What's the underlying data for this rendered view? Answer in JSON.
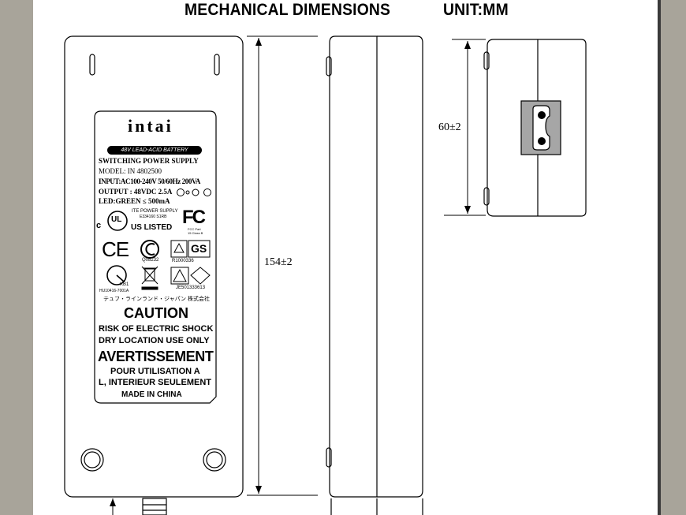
{
  "header": {
    "title": "MECHANICAL DIMENSIONS",
    "unit": "UNIT:MM"
  },
  "dimensions": {
    "length": "154±2",
    "width": "60±2"
  },
  "label": {
    "brand": "intai",
    "battery_tag": "48V LEAD-ACID BATTERY",
    "line1": "SWITCHING POWER SUPPLY",
    "model": "MODEL: IN 4802500",
    "input": "INPUT:AC100-240V 50/60Hz 200VA",
    "output": "OUTPUT : 48VDC 2.5A",
    "led": "LED:GREEN ≤ 500mA",
    "ite": "ITE POWER SUPPLY",
    "ite_code": "E334160 S1RB",
    "ul_c": "c",
    "ul_text": "UL",
    "us_listed": "US LISTED",
    "fc": "FC",
    "fcc_note": "FCC Part 15 Class B",
    "ce": "CE",
    "ccc_code": "Q08232",
    "gs": "GS",
    "gs_code": "R1000336",
    "kc": "K",
    "kc_mark": "KB1",
    "kc_code": "HU10416-7001A",
    "pse_code": "JE501333613",
    "jp_line": "テュフ・ラインランド・ジャパン 株式会社",
    "caution": "CAUTION",
    "caution1": "RISK OF ELECTRIC SHOCK",
    "caution2": "DRY LOCATION USE ONLY",
    "avert": "AVERTISSEMENT",
    "avert1": "POUR UTILISATION A",
    "avert2": "L, INTERIEUR SEULEMENT",
    "made": "MADE IN CHINA"
  }
}
